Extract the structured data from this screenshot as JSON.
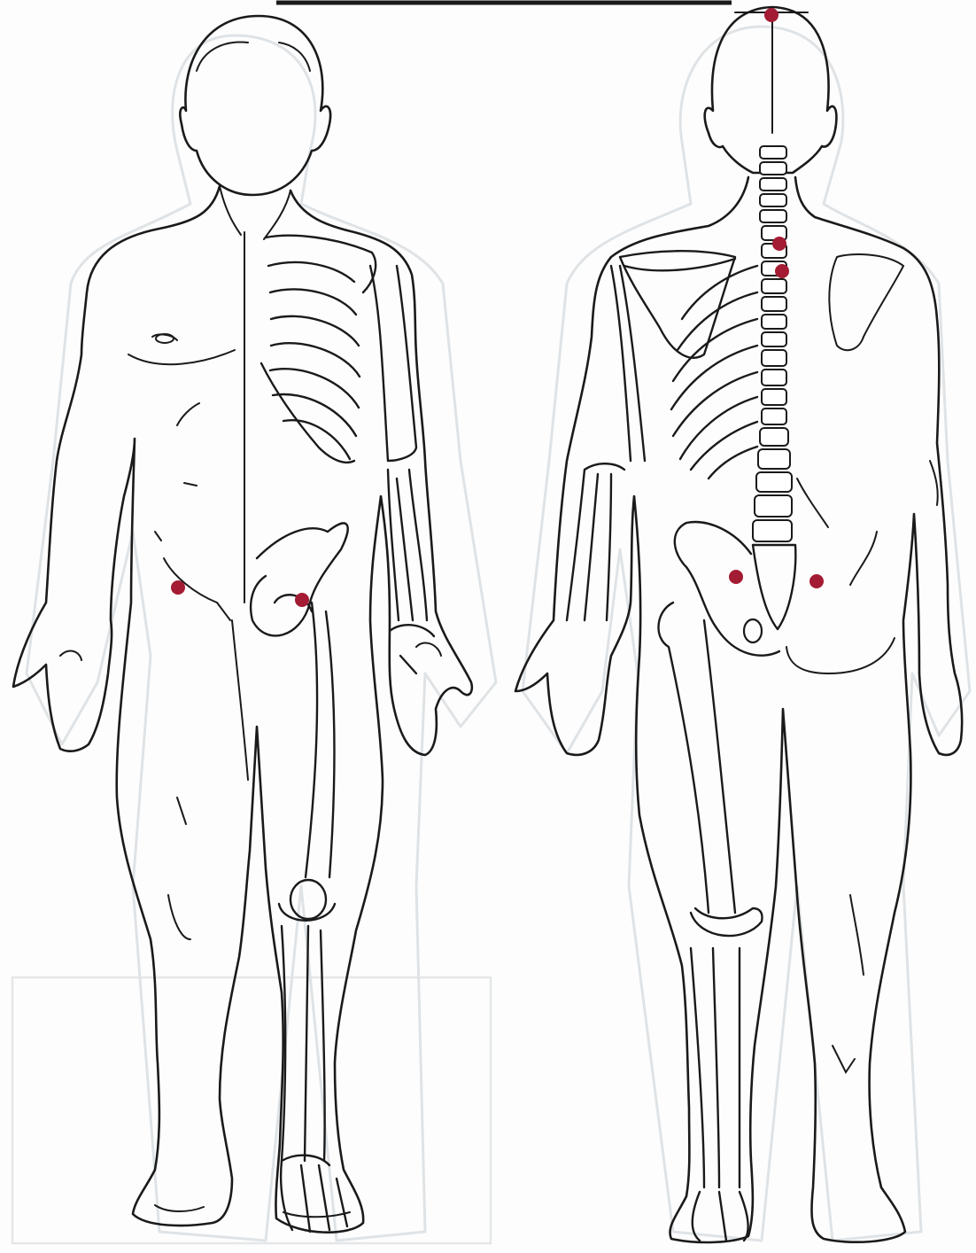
{
  "diagram": {
    "views": [
      {
        "name": "anterior-view"
      },
      {
        "name": "posterior-view"
      }
    ],
    "colors": {
      "outline": "#1a1a1a",
      "ghost_outline": "#dfe3e6",
      "marker": "#a31c33",
      "background": "#fdfdfd"
    },
    "markers": [
      {
        "view": "anterior",
        "region": "right-anterior-superior-iliac-spine"
      },
      {
        "view": "anterior",
        "region": "left-hip-joint"
      },
      {
        "view": "posterior",
        "region": "vertex"
      },
      {
        "view": "posterior",
        "region": "upper-thoracic-spine-1"
      },
      {
        "view": "posterior",
        "region": "upper-thoracic-spine-2"
      },
      {
        "view": "posterior",
        "region": "left-sacroiliac"
      },
      {
        "view": "posterior",
        "region": "right-sacroiliac"
      }
    ]
  }
}
